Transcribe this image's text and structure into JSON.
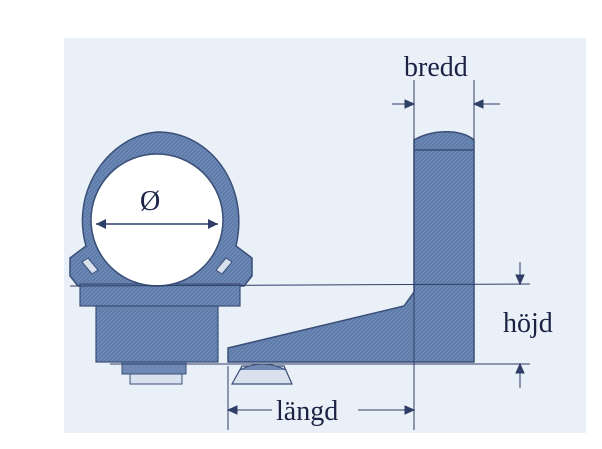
{
  "labels": {
    "diameter": "Ø",
    "width": "bredd",
    "height": "höjd",
    "length": "längd"
  },
  "colors": {
    "panel": "#eaf0f8",
    "part_fill": "#5f7cab",
    "part_stroke": "#3a4f78",
    "ring_hole": "#ffffff",
    "line": "#2e3e66",
    "text": "#1c2244"
  }
}
